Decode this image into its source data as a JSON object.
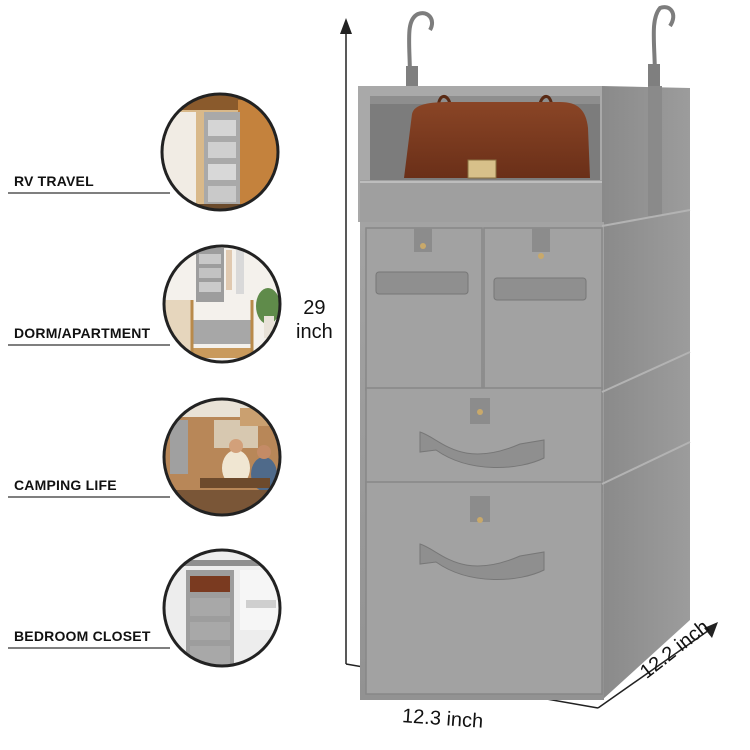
{
  "labels": {
    "rv_travel": "RV TRAVEL",
    "dorm_apartment": "DORM/APARTMENT",
    "camping_life": "CAMPING LIFE",
    "bedroom_closet": "BEDROOM CLOSET"
  },
  "dimensions": {
    "height_value": "29",
    "height_unit": "inch",
    "width": "12.3 inch",
    "depth": "12.2 inch"
  },
  "colors": {
    "fabric": "#9a9a9a",
    "fabric_dark": "#7f7f7f",
    "bag": "#7a3a20",
    "wood": "#c99a5c"
  }
}
